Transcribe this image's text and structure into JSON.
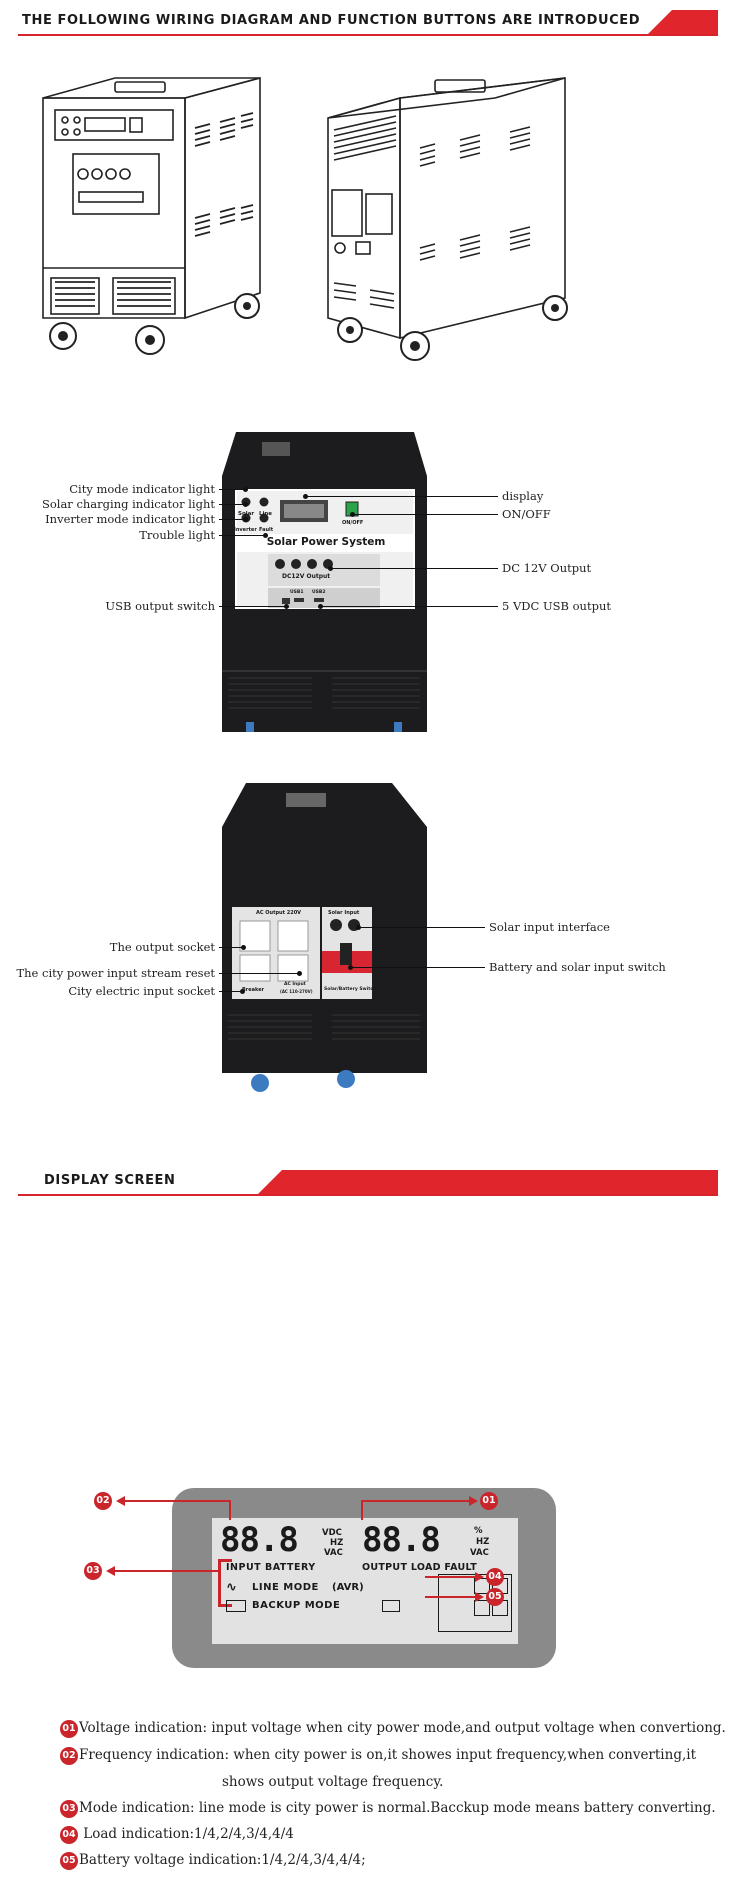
{
  "headers": {
    "wiring": "THE FOLLOWING WIRING DIAGRAM AND FUNCTION BUTTONS ARE INTRODUCED",
    "display": "DISPLAY SCREEN"
  },
  "front_panel": {
    "left_labels": [
      "City mode indicator light",
      "Solar charging indicator light",
      "Inverter mode indicator light",
      "Trouble light",
      "USB output switch"
    ],
    "right_labels": [
      "display",
      "ON/OFF",
      "DC 12V Output",
      "5 VDC USB output"
    ],
    "panel_title": "Solar Power System",
    "indicators": [
      "Solar",
      "Line",
      "Inverter",
      "Fault"
    ],
    "switch_label": "ON/OFF",
    "dc_label": "DC12V Output",
    "usb_labels": [
      "USB1",
      "USB2"
    ]
  },
  "rear_panel": {
    "left_labels": [
      "The output socket",
      "The city power input stream reset",
      "City electric input socket"
    ],
    "right_labels": [
      "Solar input interface",
      "Battery and solar input switch"
    ],
    "ac_output": "AC Output 220V",
    "solar_input": "Solar Input",
    "breaker": "Breaker",
    "ac_input": "AC Input",
    "ac_input_range": "(AC 110-270V)",
    "switch_caption": "Solar/Battery Switch"
  },
  "lcd": {
    "digits_left": "88.8",
    "digits_right": "88.8",
    "units": [
      "VDC",
      "HZ",
      "VAC"
    ],
    "pct": "%",
    "units_right": [
      "HZ",
      "VAC"
    ],
    "input_battery": "INPUT BATTERY",
    "output_load_fault": "OUTPUT LOAD FAULT",
    "line_mode": "LINE MODE",
    "avr": "(AVR)",
    "backup_mode": "BACKUP MODE",
    "badges": [
      "01",
      "02",
      "03",
      "04",
      "05"
    ]
  },
  "descriptions": [
    {
      "num": "01",
      "text": "Voltage indication: input voltage when city power mode,and output voltage when convertiong."
    },
    {
      "num": "02",
      "text": "Frequency indication: when city power is on,it showes input frequency,when converting,it"
    },
    {
      "num": "",
      "text": "shows output voltage frequency."
    },
    {
      "num": "03",
      "text": "Mode indication: line mode is city power is normal.Bacckup mode means battery converting."
    },
    {
      "num": "04",
      "text": " Load indication:1/4,2/4,3/4,4/4"
    },
    {
      "num": "05",
      "text": "Battery voltage indication:1/4,2/4,3/4,4/4;"
    }
  ],
  "colors": {
    "accent": "#e0252c",
    "cabinet": "#1c1c1f",
    "wheel": "#3d7bc0"
  }
}
